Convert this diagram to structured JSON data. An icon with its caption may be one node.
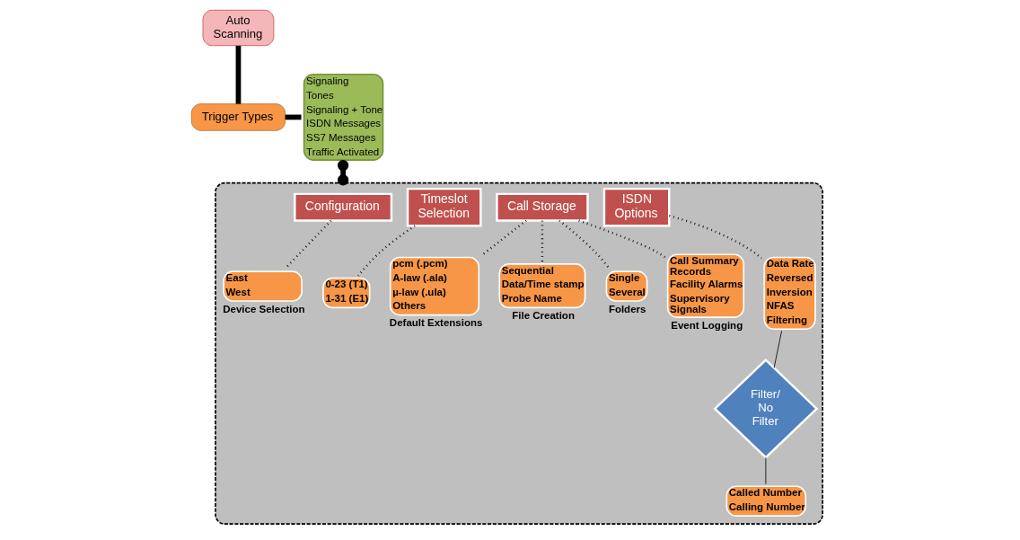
{
  "diagram": {
    "nodes": [
      {
        "text": [
          "Auto Scanning"
        ]
      },
      {
        "text": [
          "Trigger Types"
        ]
      },
      {
        "text": [
          "Signaling",
          "Tones",
          "Signaling + Tone",
          "ISDN Messages",
          "SS7 Messages",
          "Traffic Activated"
        ]
      },
      {
        "text": [],
        "shape": "box"
      },
      {
        "text": [
          "Configuration"
        ],
        "in": 3
      },
      {
        "text": [
          "Timeslot Selection"
        ],
        "in": 3
      },
      {
        "text": [
          "Call Storage"
        ],
        "in": 3
      },
      {
        "text": [
          "ISDN Options"
        ],
        "in": 3
      },
      {
        "text": [
          "East",
          "West"
        ],
        "in": 3,
        "beside": [
          "Device Selection"
        ]
      },
      {
        "text": [
          "0-23 (T1)",
          "1-31 (E1)"
        ],
        "in": 3
      },
      {
        "text": [
          "Single",
          "Several"
        ],
        "in": 3,
        "beside": [
          "Folders"
        ]
      },
      {
        "text": [
          "Call Summary Records",
          "Facility Alarms",
          "Supervisory  Signals"
        ],
        "in": 3,
        "beside": [
          "Event Logging"
        ]
      },
      {
        "text": [
          "pcm (.pcm)",
          "A-law (.ala)",
          "µ-law (.ula)",
          "Others"
        ],
        "in": 3,
        "beside": [
          "Default Extensions"
        ]
      },
      {
        "text": [
          "Sequential",
          "Data/Time stamp",
          "Probe Name"
        ],
        "in": 3,
        "beside": [
          "File Creation"
        ]
      },
      {
        "text": [
          "Data Rate",
          "Reversed",
          "Inversion",
          "NFAS",
          "Filtering"
        ],
        "in": 3
      },
      {
        "text": [
          "Filter/ No Filter"
        ],
        "in": 3
      },
      {
        "text": [
          "Called Number",
          "Calling Number"
        ],
        "in": 3
      }
    ],
    "edges": [
      {
        "from": 0,
        "to": 1,
        "arrow": "none",
        "style": "thick"
      },
      {
        "from": 1,
        "to": 2,
        "arrow": "none",
        "style": "thick"
      },
      {
        "from": 2,
        "to": 3,
        "arrow": "other",
        "style": "thick"
      },
      {
        "from": 4,
        "to": 8,
        "arrow": "none",
        "style": "dashed"
      },
      {
        "from": 5,
        "to": 9,
        "arrow": "none",
        "style": "dashed"
      },
      {
        "from": 6,
        "to": 10,
        "arrow": "none",
        "style": "dashed"
      },
      {
        "from": 6,
        "to": 12,
        "arrow": "none",
        "style": "dashed"
      },
      {
        "from": 6,
        "to": 13,
        "arrow": "none",
        "style": "dashed"
      },
      {
        "from": 6,
        "to": 11,
        "arrow": "none",
        "style": "dashed"
      },
      {
        "from": 7,
        "to": 14,
        "arrow": "none",
        "style": "dashed"
      },
      {
        "from": 14,
        "to": 15,
        "arrow": "none"
      },
      {
        "from": 15,
        "to": 16,
        "arrow": "none"
      }
    ]
  }
}
